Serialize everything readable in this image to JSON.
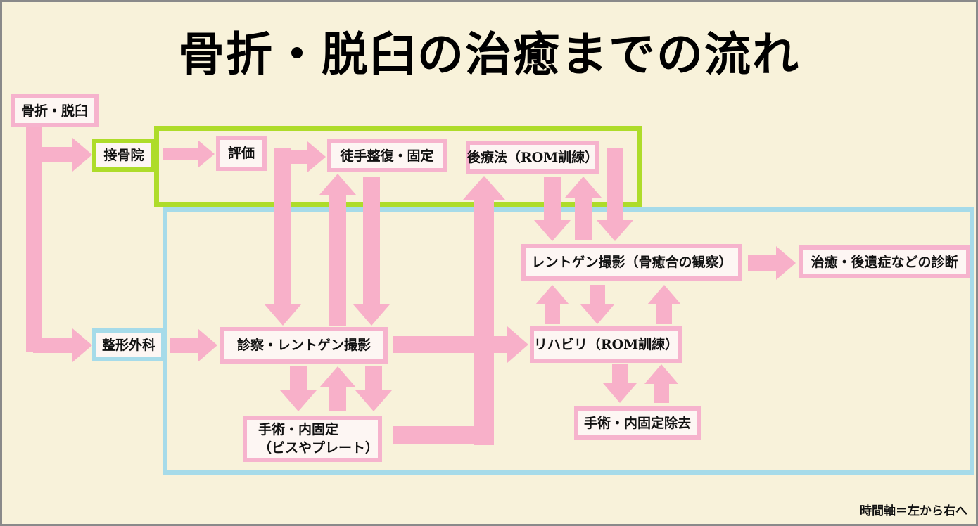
{
  "title": "骨折・脱臼の治癒までの流れ",
  "footnote": "時間軸＝左から右へ",
  "nodes": {
    "fracture": "骨折・脱臼",
    "bonesetter": "接骨院",
    "orthopedics": "整形外科",
    "evaluation": "評価",
    "manual_reduction": "徒手整復・固定",
    "aftercare": "後療法（ROM訓練）",
    "xray_union": "レントゲン撮影（骨癒合の観察）",
    "diagnosis": "治癒・後遺症などの診断",
    "exam_xray": "診察・レントゲン撮影",
    "rehab": "リハビリ（ROM訓練）",
    "surgery_line1": "手術・内固定",
    "surgery_line2": "（ビスやプレート）",
    "hardware_removal": "手術・内固定除去"
  },
  "colors": {
    "background": "#f8f2da",
    "arrow": "#f8b0c9",
    "pink_border": "#f6b3cd",
    "green_border": "#aedc2a",
    "blue_border": "#a6dbe9"
  }
}
